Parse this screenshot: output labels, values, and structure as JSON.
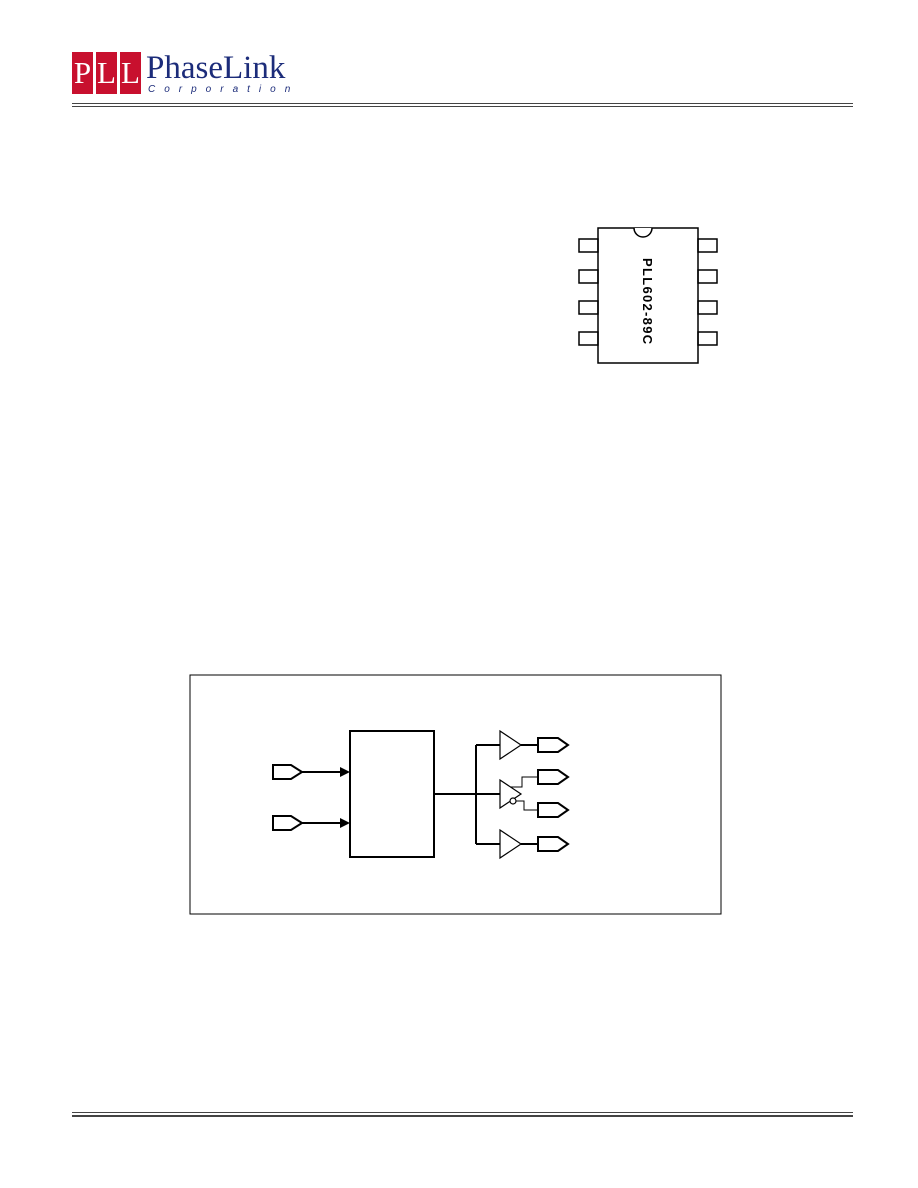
{
  "colors": {
    "logo_red": "#c8102e",
    "logo_navy": "#1c2c7a",
    "line": "#000000",
    "rule": "#444444"
  },
  "header": {
    "logo_letters": [
      "P",
      "L",
      "L"
    ],
    "brand_name": "PhaseLink",
    "brand_sub": "Corporation"
  },
  "package": {
    "part_label": "PLL602-89C",
    "pins_per_side": 4,
    "notch": "half-circle-notch-icon"
  },
  "block_diagram": {
    "inputs": 2,
    "outputs": 4,
    "symbols": [
      "input-pad-icon",
      "buffer-icon",
      "inverting-buffer-icon",
      "output-pad-icon"
    ]
  }
}
